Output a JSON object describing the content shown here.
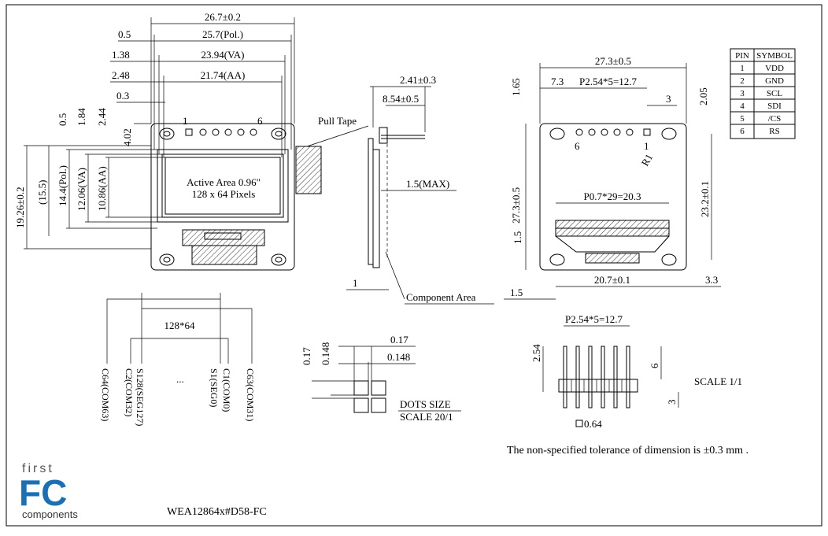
{
  "dims_top": {
    "d_26_7": "26.7±0.2",
    "d_0_5": "0.5",
    "d_25_7": "25.7(Pol.)",
    "d_1_38": "1.38",
    "d_23_94": "23.94(VA)",
    "d_2_48": "2.48",
    "d_21_74": "21.74(AA)",
    "d_0_3": "0.3",
    "pin1": "1",
    "pin6": "6",
    "d_4_02": "4.02",
    "d_0_5v": "0.5",
    "d_1_84": "1.84",
    "d_2_44": "2.44",
    "d_19_26": "19.26±0.2",
    "d_15_5": "(15.5)",
    "d_14_4": "14.4(Pol.)",
    "d_12_06": "12.06(VA)",
    "d_10_86": "10.86(AA)",
    "active_line1": "Active Area 0.96\"",
    "active_line2": "128 x 64 Pixels"
  },
  "side_view": {
    "pull_tape": "Pull Tape",
    "d_2_41": "2.41±0.3",
    "d_8_54": "8.54±0.5",
    "d_1_5max": "1.5(MAX)",
    "d_1": "1",
    "component_area": "Component Area"
  },
  "back_view": {
    "d_27_3h": "27.3±0.5",
    "d_1_65": "1.65",
    "d_7_3": "7.3",
    "pitch": "P2.54*5=12.7",
    "d_3": "3",
    "d_2_05": "2.05",
    "pin6": "6",
    "pin1": "1",
    "r1": "R1",
    "d_27_3v": "27.3±0.5",
    "d_23_2": "23.2±0.1",
    "p07": "P0.7*29=20.3",
    "d_1_5": "1.5",
    "d_20_7": "20.7±0.1",
    "d_3_3": "3.3",
    "d_1_5b": "1.5"
  },
  "pin_table": {
    "headers": [
      "PIN",
      "SYMBOL"
    ],
    "rows": [
      [
        "1",
        "VDD"
      ],
      [
        "2",
        "GND"
      ],
      [
        "3",
        "SCL"
      ],
      [
        "4",
        "SDI"
      ],
      [
        "5",
        "/CS"
      ],
      [
        "6",
        "RS"
      ]
    ]
  },
  "pixel_map": {
    "title": "128*64",
    "labels": [
      "C64(COM63)",
      "C2(COM32)",
      "S128(SEG127)",
      "S1(SEG0)",
      "C1(COM0)",
      "C63(COM31)"
    ],
    "ellipsis1": "...",
    "ellipsis2": "..."
  },
  "dots": {
    "d_0_17v": "0.17",
    "d_0_148v": "0.148",
    "d_0_17h": "0.17",
    "d_0_148h": "0.148",
    "title": "DOTS SIZE",
    "scale": "SCALE 20/1"
  },
  "header_pins": {
    "pitch": "P2.54*5=12.7",
    "d_2_54": "2.54",
    "d_6": "6",
    "d_3": "3",
    "d_0_64": "0.64",
    "scale": "SCALE 1/1"
  },
  "notes": {
    "tolerance": "The non-specified tolerance of dimension is ±0.3 mm ."
  },
  "logo": {
    "first": "first",
    "fc": "FC",
    "components": "components"
  },
  "part_number": "WEA12864x#D58-FC"
}
